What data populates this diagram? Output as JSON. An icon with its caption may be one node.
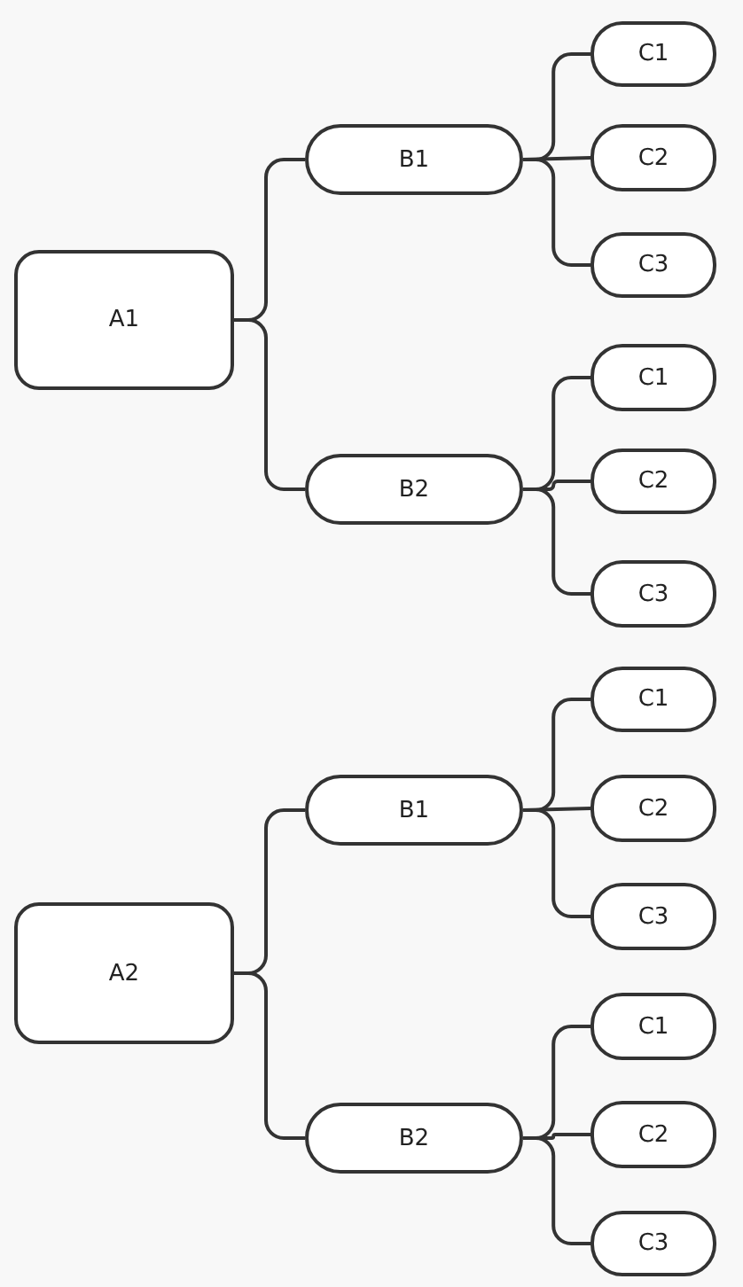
{
  "diagram": {
    "nodes": [
      {
        "text": [
          "A1"
        ]
      },
      {
        "text": [
          "B1"
        ]
      },
      {
        "text": [
          "C1"
        ]
      },
      {
        "text": [
          "C2"
        ]
      },
      {
        "text": [
          "C3"
        ]
      },
      {
        "text": [
          "B2"
        ]
      },
      {
        "text": [
          "C1"
        ]
      },
      {
        "text": [
          "C2"
        ]
      },
      {
        "text": [
          "C3"
        ]
      },
      {
        "text": [
          "A2"
        ]
      },
      {
        "text": [
          "B1"
        ]
      },
      {
        "text": [
          "C1"
        ]
      },
      {
        "text": [
          "C2"
        ]
      },
      {
        "text": [
          "C3"
        ]
      },
      {
        "text": [
          "B2"
        ]
      },
      {
        "text": [
          "C1"
        ]
      },
      {
        "text": [
          "C2"
        ]
      },
      {
        "text": [
          "C3"
        ]
      }
    ],
    "edges": [
      {
        "from": 0,
        "to": 1,
        "arrow": "none"
      },
      {
        "from": 1,
        "to": 2,
        "arrow": "none"
      },
      {
        "from": 1,
        "to": 3,
        "arrow": "none"
      },
      {
        "from": 1,
        "to": 4,
        "arrow": "none"
      },
      {
        "from": 0,
        "to": 5,
        "arrow": "none"
      },
      {
        "from": 5,
        "to": 6,
        "arrow": "none"
      },
      {
        "from": 5,
        "to": 7,
        "arrow": "none"
      },
      {
        "from": 5,
        "to": 8,
        "arrow": "none"
      },
      {
        "from": 9,
        "to": 10,
        "arrow": "none"
      },
      {
        "from": 10,
        "to": 11,
        "arrow": "none"
      },
      {
        "from": 10,
        "to": 12,
        "arrow": "none"
      },
      {
        "from": 10,
        "to": 13,
        "arrow": "none"
      },
      {
        "from": 9,
        "to": 14,
        "arrow": "none"
      },
      {
        "from": 14,
        "to": 15,
        "arrow": "none"
      },
      {
        "from": 14,
        "to": 16,
        "arrow": "none"
      },
      {
        "from": 14,
        "to": 17,
        "arrow": "none"
      }
    ]
  }
}
